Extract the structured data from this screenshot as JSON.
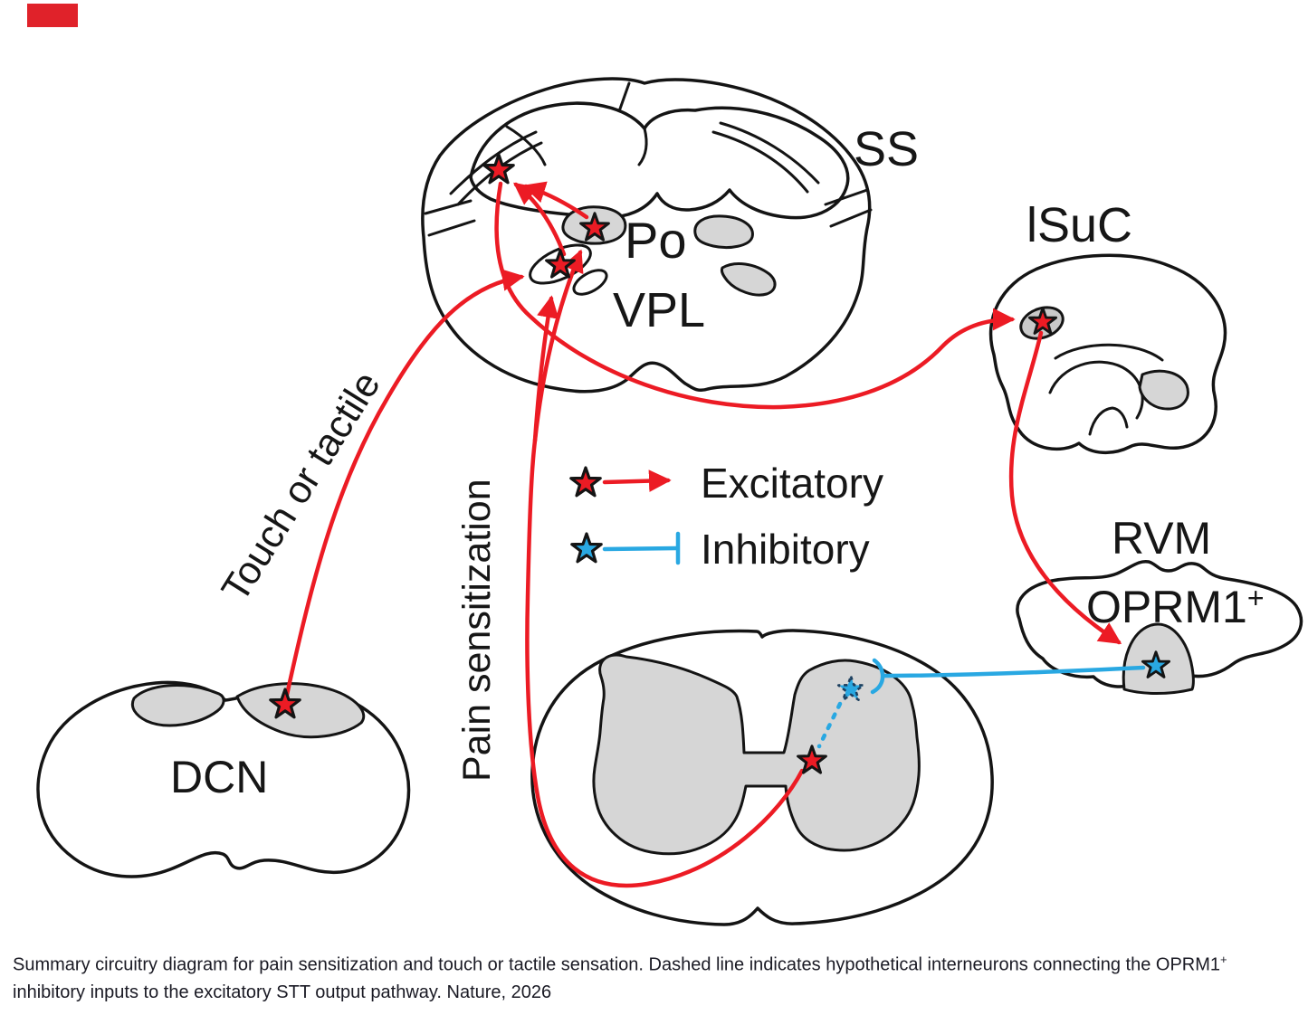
{
  "figure": {
    "labels": {
      "ss": "SS",
      "po": "Po",
      "vpl": "VPL",
      "lsuc": "lSuC",
      "rvm": "RVM",
      "oprm1_base": "OPRM1",
      "oprm1_sup": "+",
      "dcn": "DCN",
      "touch_pathway": "Touch or tactile",
      "pain_pathway": "Pain sensitization"
    },
    "legend": {
      "excitatory": "Excitatory",
      "inhibitory": "Inhibitory"
    },
    "colors": {
      "excitatory_red": "#ec1b24",
      "inhibitory_blue": "#29a8e2",
      "region_gray": "#d6d6d6",
      "outline_black": "#141414",
      "corner_mark_red": "#e0222a"
    },
    "connections": [
      {
        "from": "DCN",
        "to": "VPL",
        "type": "excitatory"
      },
      {
        "from": "spinal cord STT neuron",
        "to": "VPL",
        "type": "excitatory"
      },
      {
        "from": "spinal cord STT neuron",
        "to": "Po",
        "type": "excitatory"
      },
      {
        "from": "VPL",
        "to": "SS",
        "type": "excitatory"
      },
      {
        "from": "Po",
        "to": "SS",
        "type": "excitatory"
      },
      {
        "from": "SS",
        "to": "lSuC",
        "type": "excitatory"
      },
      {
        "from": "lSuC",
        "to": "RVM OPRM1+",
        "type": "excitatory"
      },
      {
        "from": "RVM OPRM1+",
        "to": "spinal interneuron",
        "type": "inhibitory"
      },
      {
        "from": "spinal interneuron",
        "to": "spinal cord STT neuron",
        "type": "hypothetical dashed"
      }
    ]
  },
  "caption": {
    "text_before_sup": "Summary circuitry diagram for pain sensitization and touch or tactile sensation. Dashed line indicates hypothetical interneurons connecting the OPRM1",
    "sup": "+",
    "text_after_sup": " inhibitory inputs to the excitatory STT output pathway. Nature, 2026"
  }
}
